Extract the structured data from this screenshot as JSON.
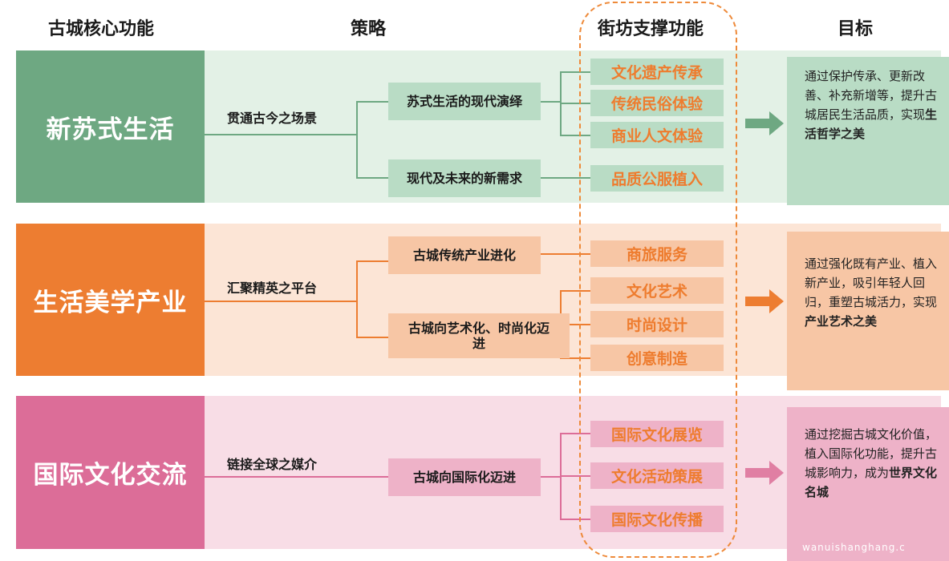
{
  "headers": {
    "core": "古城核心功能",
    "strategy": "策略",
    "support": "街坊支撑功能",
    "goal": "目标"
  },
  "rows": [
    {
      "core": "新苏式生活",
      "strategy": "贯通古今之场景",
      "substrategies": [
        "苏式生活的现代演绎",
        "现代及未来的新需求"
      ],
      "functions": [
        "文化遗产传承",
        "传统民俗体验",
        "商业人文体验",
        "品质公服植入"
      ],
      "goal_text": "通过保护传承、更新改善、补充新增等，提升古城居民生活品质，实现",
      "goal_bold": "生活哲学之美",
      "colors": {
        "core": "#6ea882",
        "band": "#e3f1e6",
        "box": "#b9dcc5",
        "goalbox": "#b9dcc5",
        "line": "#6ea882",
        "arrow": "#6ea882"
      }
    },
    {
      "core": "生活美学产业",
      "strategy": "汇聚精英之平台",
      "substrategies": [
        "古城传统产业进化",
        "古城向艺术化、时尚化迈进"
      ],
      "functions": [
        "商旅服务",
        "文化艺术",
        "时尚设计",
        "创意制造"
      ],
      "goal_text": "通过强化既有产业、植入新产业，吸引年轻人回归，重塑古城活力，实现",
      "goal_bold": "产业艺术之美",
      "colors": {
        "core": "#ed7d31",
        "band": "#fce5d6",
        "box": "#f7c6a5",
        "goalbox": "#f7c6a5",
        "line": "#ed7d31",
        "arrow": "#ed7d31"
      }
    },
    {
      "core": "国际文化交流",
      "strategy": "链接全球之媒介",
      "substrategies": [
        "古城向国际化迈进"
      ],
      "functions": [
        "国际文化展览",
        "文化活动策展",
        "国际文化传播"
      ],
      "goal_text": "通过挖掘古城文化价值，植入国际化功能，提升古城影响力，成为",
      "goal_bold": "世界文化名城",
      "colors": {
        "core": "#dc6d98",
        "band": "#f8dde6",
        "box": "#eeb2c8",
        "goalbox": "#eeb2c8",
        "line": "#dc6d98",
        "arrow": "#e07fa3"
      }
    }
  ],
  "watermark": "wanuishanghang.c"
}
